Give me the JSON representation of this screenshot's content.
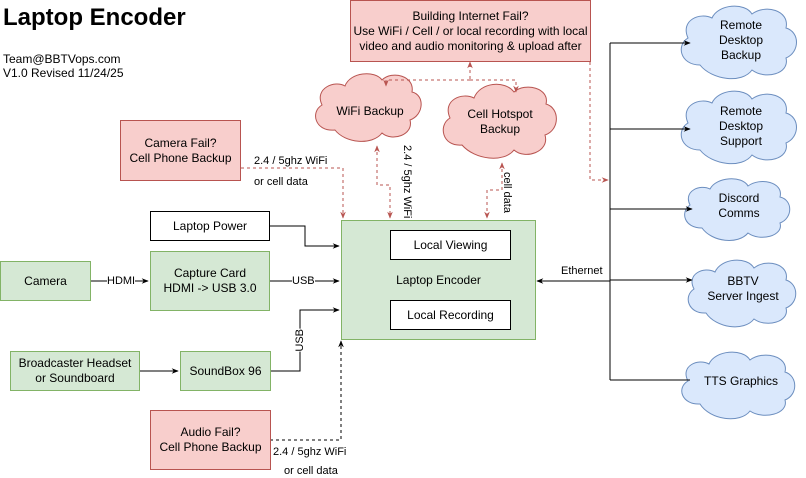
{
  "header": {
    "title": "Laptop Encoder",
    "email": "Team@BBTVops.com",
    "version": "V1.0 Revised 11/24/25"
  },
  "nodes": {
    "building_fail": "Building Internet Fail?\nUse WiFi / Cell / or local recording with local\nvideo and audio monitoring & upload after",
    "wifi_backup": "WiFi Backup",
    "cell_hotspot": "Cell Hotspot\nBackup",
    "camera_fail": "Camera Fail?\nCell Phone Backup",
    "laptop_power": "Laptop Power",
    "camera": "Camera",
    "capture_card": "Capture Card\nHDMI -> USB 3.0",
    "broadcaster": "Broadcaster Headset\nor Soundboard",
    "soundbox": "SoundBox 96",
    "audio_fail": "Audio Fail?\nCell Phone Backup",
    "laptop_encoder": "Laptop Encoder",
    "local_viewing": "Local Viewing",
    "local_recording": "Local Recording",
    "remote_backup": "Remote\nDesktop\nBackup",
    "remote_support": "Remote\nDesktop\nSupport",
    "discord": "Discord\nComms",
    "bbtv_ingest": "BBTV\nServer Ingest",
    "tts": "TTS Graphics"
  },
  "edge_labels": {
    "hdmi": "HDMI",
    "usb_capture": "USB",
    "usb_soundbox": "USB",
    "ethernet": "Ethernet",
    "camera_fail_1": "2.4 / 5ghz WiFi",
    "camera_fail_2": "or cell data",
    "wifi_link": "2.4 / 5ghz WiFi",
    "cell_link": "cell data",
    "audio_fail_1": "2.4 / 5ghz WiFi",
    "audio_fail_2": "or cell data"
  },
  "colors": {
    "green_fill": "#d5e8d4",
    "green_stroke": "#82b366",
    "red_fill": "#f8cecc",
    "red_stroke": "#b85450",
    "blue_fill": "#dae8fc",
    "blue_stroke": "#6c8ebf"
  }
}
